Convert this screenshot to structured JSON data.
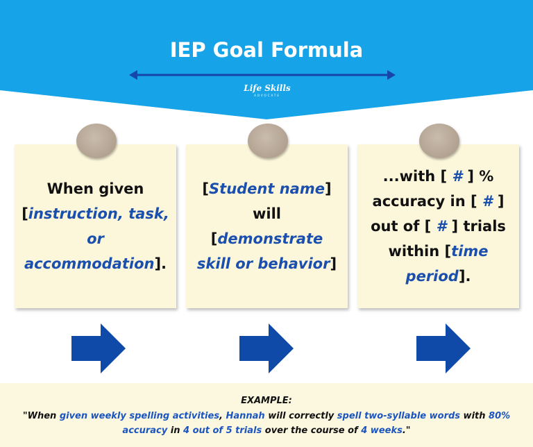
{
  "header": {
    "title": "IEP Goal Formula",
    "logo_name": "Life Skills",
    "logo_sub": "ADVOCATE",
    "bg_color": "#16a3e8"
  },
  "notes": [
    {
      "l1": "When given",
      "l2": "[",
      "b1": "instruction, task,",
      "b2": "or",
      "b3": "accommodation",
      "end": "]."
    },
    {
      "o": "[",
      "b1": "Student name",
      "c": "]",
      "l2": "will",
      "o2": "[",
      "b2": "demonstrate",
      "b3": "skill or behavior",
      "c2": "]"
    },
    {
      "l1a": "...with [ ",
      "n1": "#",
      "l1b": " ] %",
      "l2a": "accuracy in [ ",
      "n2": "#",
      "l2b": " ]",
      "l3a": "out of [ ",
      "n3": "#",
      "l3b": " ] trials",
      "l4a": "within [",
      "b4": "time",
      "b5": "period",
      "end": "]."
    }
  ],
  "example": {
    "heading": "EXAMPLE:",
    "segments": [
      {
        "t": "\"When ",
        "hl": false
      },
      {
        "t": "given weekly spelling activities",
        "hl": true
      },
      {
        "t": ", ",
        "hl": false
      },
      {
        "t": "Hannah",
        "hl": true
      },
      {
        "t": " will correctly ",
        "hl": false
      },
      {
        "t": "spell two-syllable words",
        "hl": true
      },
      {
        "t": " with ",
        "hl": false
      },
      {
        "t": "80% accuracy",
        "hl": true
      },
      {
        "t": " in ",
        "hl": false
      },
      {
        "t": "4 out of 5 trials",
        "hl": true
      },
      {
        "t": " over the course of ",
        "hl": false
      },
      {
        "t": "4 weeks",
        "hl": true
      },
      {
        "t": ".\"",
        "hl": false
      }
    ]
  },
  "colors": {
    "accent_text": "#1b4fae",
    "arrow": "#0f4aa8",
    "note_bg": "#fcf7da"
  }
}
